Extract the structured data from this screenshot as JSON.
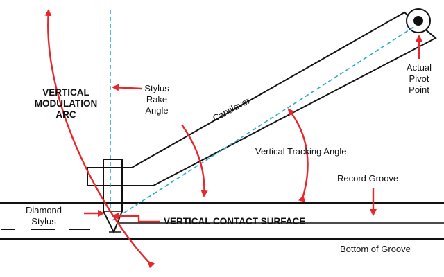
{
  "labels": {
    "vertical_modulation_arc": [
      "VERTICAL",
      "MODULATION",
      "ARC"
    ],
    "stylus_rake_angle": [
      "Stylus",
      "Rake",
      "Angle"
    ],
    "cantilever": "Cantilever",
    "actual_pivot_point": [
      "Actual",
      "Pivot",
      "Point"
    ],
    "vertical_tracking_angle": "Vertical Tracking Angle",
    "record_groove": "Record Groove",
    "diamond_stylus": [
      "Diamond",
      "Stylus"
    ],
    "vertical_contact_surface": "VERTICAL CONTACT SURFACE",
    "bottom_of_groove": "Bottom of Groove"
  },
  "colors": {
    "line": "#111111",
    "arrow": "#e8262b",
    "dashed": "#2aa9c9",
    "background": "#ffffff"
  }
}
